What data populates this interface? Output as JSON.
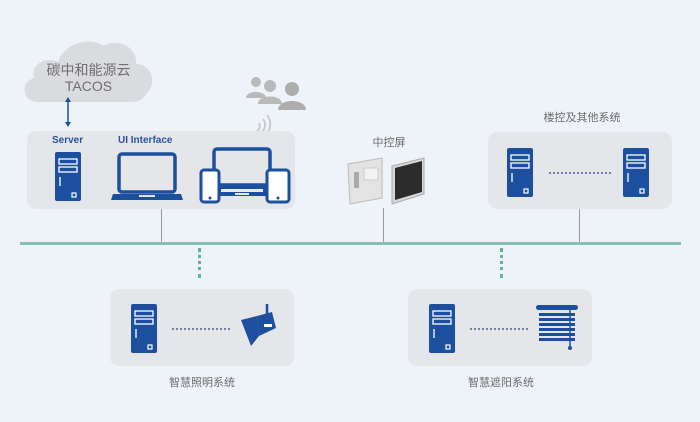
{
  "cloud": {
    "title": "碳中和能源云",
    "subtitle": "TACOS"
  },
  "main_group": {
    "server_label": "Server",
    "ui_label": "UI Interface",
    "icons": [
      "server-icon",
      "laptop-icon",
      "multi-device-icon",
      "users-icon",
      "wifi-icon"
    ]
  },
  "central_screen": {
    "label": "中控屏",
    "icon": "touch-panel-icon"
  },
  "building_control": {
    "label": "楼控及其他系统",
    "icons": [
      "server-icon",
      "server-icon"
    ]
  },
  "lighting": {
    "label": "智慧照明系统",
    "icons": [
      "server-icon",
      "spotlight-icon"
    ]
  },
  "shading": {
    "label": "智慧遮阳系统",
    "icons": [
      "server-icon",
      "blinds-icon"
    ]
  },
  "colors": {
    "icon_blue": "#1d4f9f",
    "bus": "#86bdb4",
    "box": "#e4e6ea",
    "background": "#eef2f9"
  }
}
